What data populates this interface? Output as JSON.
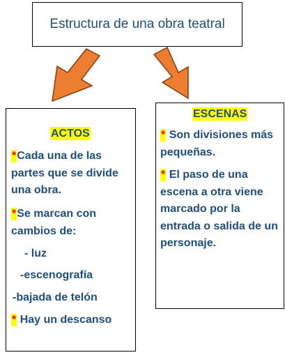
{
  "title": "Estructura de una obra teatral",
  "colors": {
    "text": "#1f4e79",
    "arrow_fill": "#ed7d31",
    "arrow_stroke": "#843c0c",
    "highlight": "#ffff00",
    "bullet": "#ff0000"
  },
  "bullet": "*",
  "actos": {
    "heading": "ACTOS",
    "items": [
      "Cada una de las partes que se divide una obra.",
      "Se marcan con cambios de:",
      "- luz",
      "-escenografía",
      "-bajada de telón",
      "Hay un descanso"
    ]
  },
  "escenas": {
    "heading": "ESCENAS",
    "items": [
      "Son divisiones más pequeñas.",
      "El paso de una escena a otra viene marcado por la entrada o salida de un personaje."
    ]
  }
}
